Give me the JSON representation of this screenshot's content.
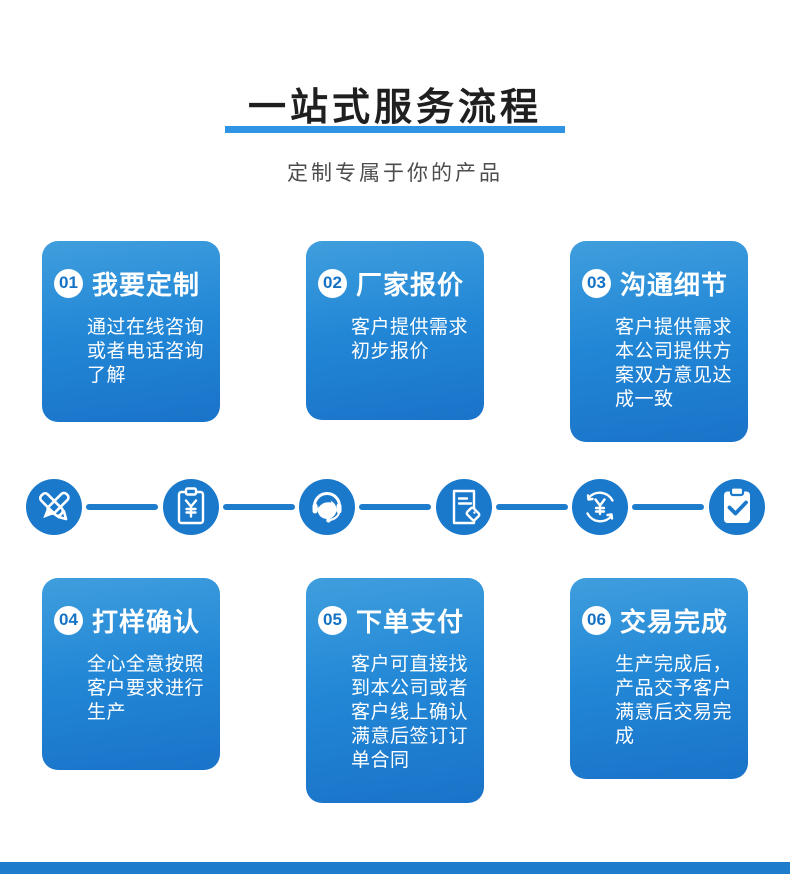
{
  "header": {
    "title": "一站式服务流程",
    "subtitle": "定制专属于你的产品"
  },
  "steps": [
    {
      "num": "01",
      "title": "我要定制",
      "desc": "通过在线咨询或者电话咨询了解"
    },
    {
      "num": "02",
      "title": "厂家报价",
      "desc": "客户提供需求初步报价"
    },
    {
      "num": "03",
      "title": "沟通细节",
      "desc": "客户提供需求本公司提供方案双方意见达成一致"
    },
    {
      "num": "04",
      "title": "打样确认",
      "desc": "全心全意按照客户要求进行生产"
    },
    {
      "num": "05",
      "title": "下单支付",
      "desc": "客户可直接找到本公司或者客户线上确认满意后签订订单合同"
    },
    {
      "num": "06",
      "title": "交易完成",
      "desc": "生产完成后，产品交予客户满意后交易完成"
    }
  ],
  "flow_icons": [
    "design-pens-icon",
    "quote-clipboard-yen-icon",
    "customer-service-headset-icon",
    "contract-document-tag-icon",
    "payment-yen-exchange-icon",
    "complete-clipboard-check-icon"
  ],
  "colors": {
    "card_gradient_top": "#3f9edd",
    "card_gradient_bottom": "#1a73c9",
    "icon_circle": "#1b79cb",
    "title_underline": "#2e94e3",
    "badge_number": "#1472c4",
    "bottom_strip": "#1e7ccd"
  }
}
